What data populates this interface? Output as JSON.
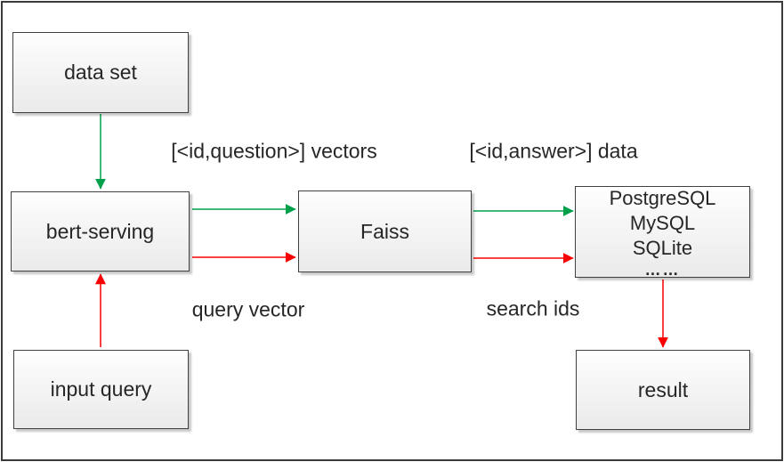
{
  "colors": {
    "green": "#00A04B",
    "red": "#FA0000"
  },
  "nodes": {
    "dataset": {
      "label": "data set"
    },
    "bert": {
      "label": "bert-serving"
    },
    "faiss": {
      "label": "Faiss"
    },
    "databases": {
      "lines": [
        "PostgreSQL",
        "MySQL",
        "SQLite",
        "……"
      ]
    },
    "input": {
      "label": "input query"
    },
    "result": {
      "label": "result"
    }
  },
  "edges": [
    {
      "from": "data set",
      "to": "bert-serving",
      "color": "green"
    },
    {
      "from": "bert-serving",
      "to": "Faiss",
      "color": "green",
      "label": "[<id,question>] vectors"
    },
    {
      "from": "Faiss",
      "to": "databases",
      "color": "green",
      "label": "[<id,answer>] data"
    },
    {
      "from": "input query",
      "to": "bert-serving",
      "color": "red"
    },
    {
      "from": "bert-serving",
      "to": "Faiss",
      "color": "red",
      "label": "query vector"
    },
    {
      "from": "Faiss",
      "to": "databases",
      "color": "red",
      "label": "search ids"
    },
    {
      "from": "databases",
      "to": "result",
      "color": "red"
    }
  ]
}
